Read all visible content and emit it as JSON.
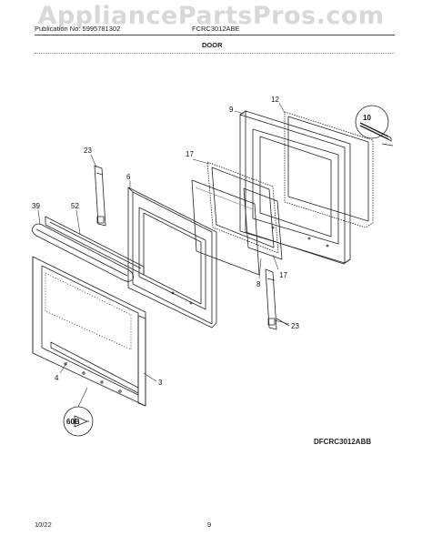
{
  "watermark": "AppliancePartsPros.com",
  "header": {
    "publication": "Publication No: 5995781302",
    "model": "FCRC3012ABE",
    "section": "DOOR"
  },
  "footer": {
    "date": "10/22",
    "page": "9",
    "diagram_code": "DFCRC3012ABB"
  },
  "callouts": {
    "p12": "12",
    "p9": "9",
    "p10": "10",
    "p23a": "23",
    "p17a": "17",
    "p6": "6",
    "p39": "39",
    "p52": "52",
    "p8": "8",
    "p17b": "17",
    "p23b": "23",
    "p4": "4",
    "p3": "3",
    "p60b": "60B"
  }
}
